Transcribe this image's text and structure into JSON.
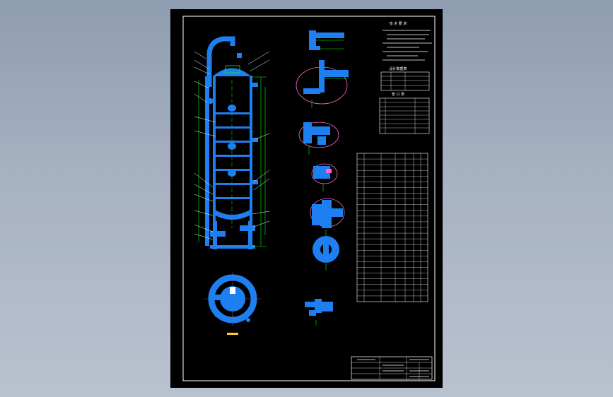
{
  "window": {
    "background_top": "#8f9db0",
    "background_bottom": "#b9c2cf"
  },
  "sheet": {
    "background": "#000000",
    "frame_color": "#ffffff",
    "part_color": "#1e7ff0",
    "dimension_color": "#00ff00",
    "detail_circle_color": "#ff66cc",
    "label_color": "#00ffff"
  },
  "tech_requirements": {
    "title": "技 术 要 求"
  },
  "design_data": {
    "title": "设计数据表"
  },
  "nozzle_table": {
    "title": "管 口 表"
  },
  "parts_list": {
    "rows": 26
  },
  "title_block": {
    "rows": 4
  }
}
